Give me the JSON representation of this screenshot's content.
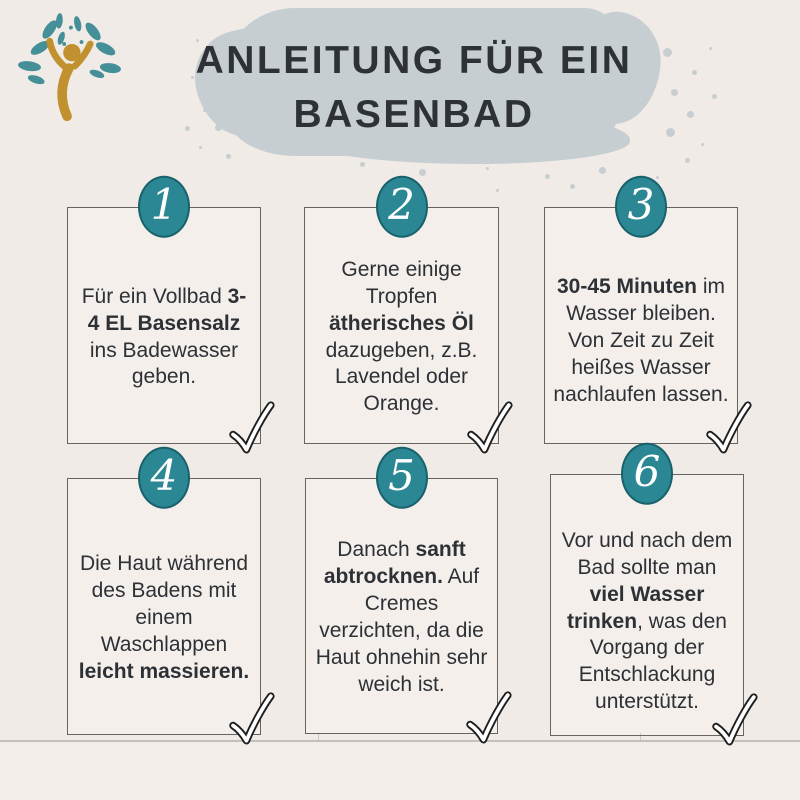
{
  "palette": {
    "background": "#f0ebe6",
    "card_bg": "#f4efeb",
    "card_border": "#666460",
    "brush": "#c7ced2",
    "title_color": "#2e3236",
    "text_color": "#2d3136",
    "badge_fill": "#2b8793",
    "badge_ring": "#19616b",
    "badge_number": "#ffffff",
    "logo_gold": "#c2912f",
    "logo_leaf": "#458f98",
    "check_stroke": "#1e1e1e",
    "footer_bg": "#f3eee9",
    "divider": "#a39c94"
  },
  "header": {
    "title_line1": "ANLEITUNG FÜR EIN",
    "title_line2": "BASENBAD",
    "logo_icon": "person-with-leaves-logo"
  },
  "icons": {
    "logo": "person-with-leaves-logo-icon",
    "step_marker": "checkmark-icon"
  },
  "cards": [
    {
      "number": "1",
      "segments": [
        {
          "text": "Für ein Vollbad ",
          "bold": false
        },
        {
          "text": "3-4 EL Basensalz",
          "bold": true
        },
        {
          "text": " ins Badewasser geben.",
          "bold": false
        }
      ]
    },
    {
      "number": "2",
      "segments": [
        {
          "text": "Gerne einige Tropfen ",
          "bold": false
        },
        {
          "text": "ätherisches Öl",
          "bold": true
        },
        {
          "text": " dazugeben, z.B. Lavendel oder Orange.",
          "bold": false
        }
      ]
    },
    {
      "number": "3",
      "segments": [
        {
          "text": "30-45 Minuten",
          "bold": true
        },
        {
          "text": " im Wasser bleiben. Von Zeit zu Zeit heißes Wasser nachlaufen lassen.",
          "bold": false
        }
      ]
    },
    {
      "number": "4",
      "segments": [
        {
          "text": "Die Haut während des Badens mit einem Waschlappen ",
          "bold": false
        },
        {
          "text": "leicht massieren.",
          "bold": true
        }
      ]
    },
    {
      "number": "5",
      "segments": [
        {
          "text": "Danach ",
          "bold": false
        },
        {
          "text": "sanft abtrocknen.",
          "bold": true
        },
        {
          "text": " Auf Cremes verzichten, da die Haut ohnehin sehr weich ist.",
          "bold": false
        }
      ]
    },
    {
      "number": "6",
      "segments": [
        {
          "text": "Vor und nach dem Bad sollte man ",
          "bold": false
        },
        {
          "text": "viel Wasser trinken",
          "bold": true
        },
        {
          "text": ", was den Vorgang der Entschlackung unterstützt.",
          "bold": false
        }
      ]
    }
  ]
}
